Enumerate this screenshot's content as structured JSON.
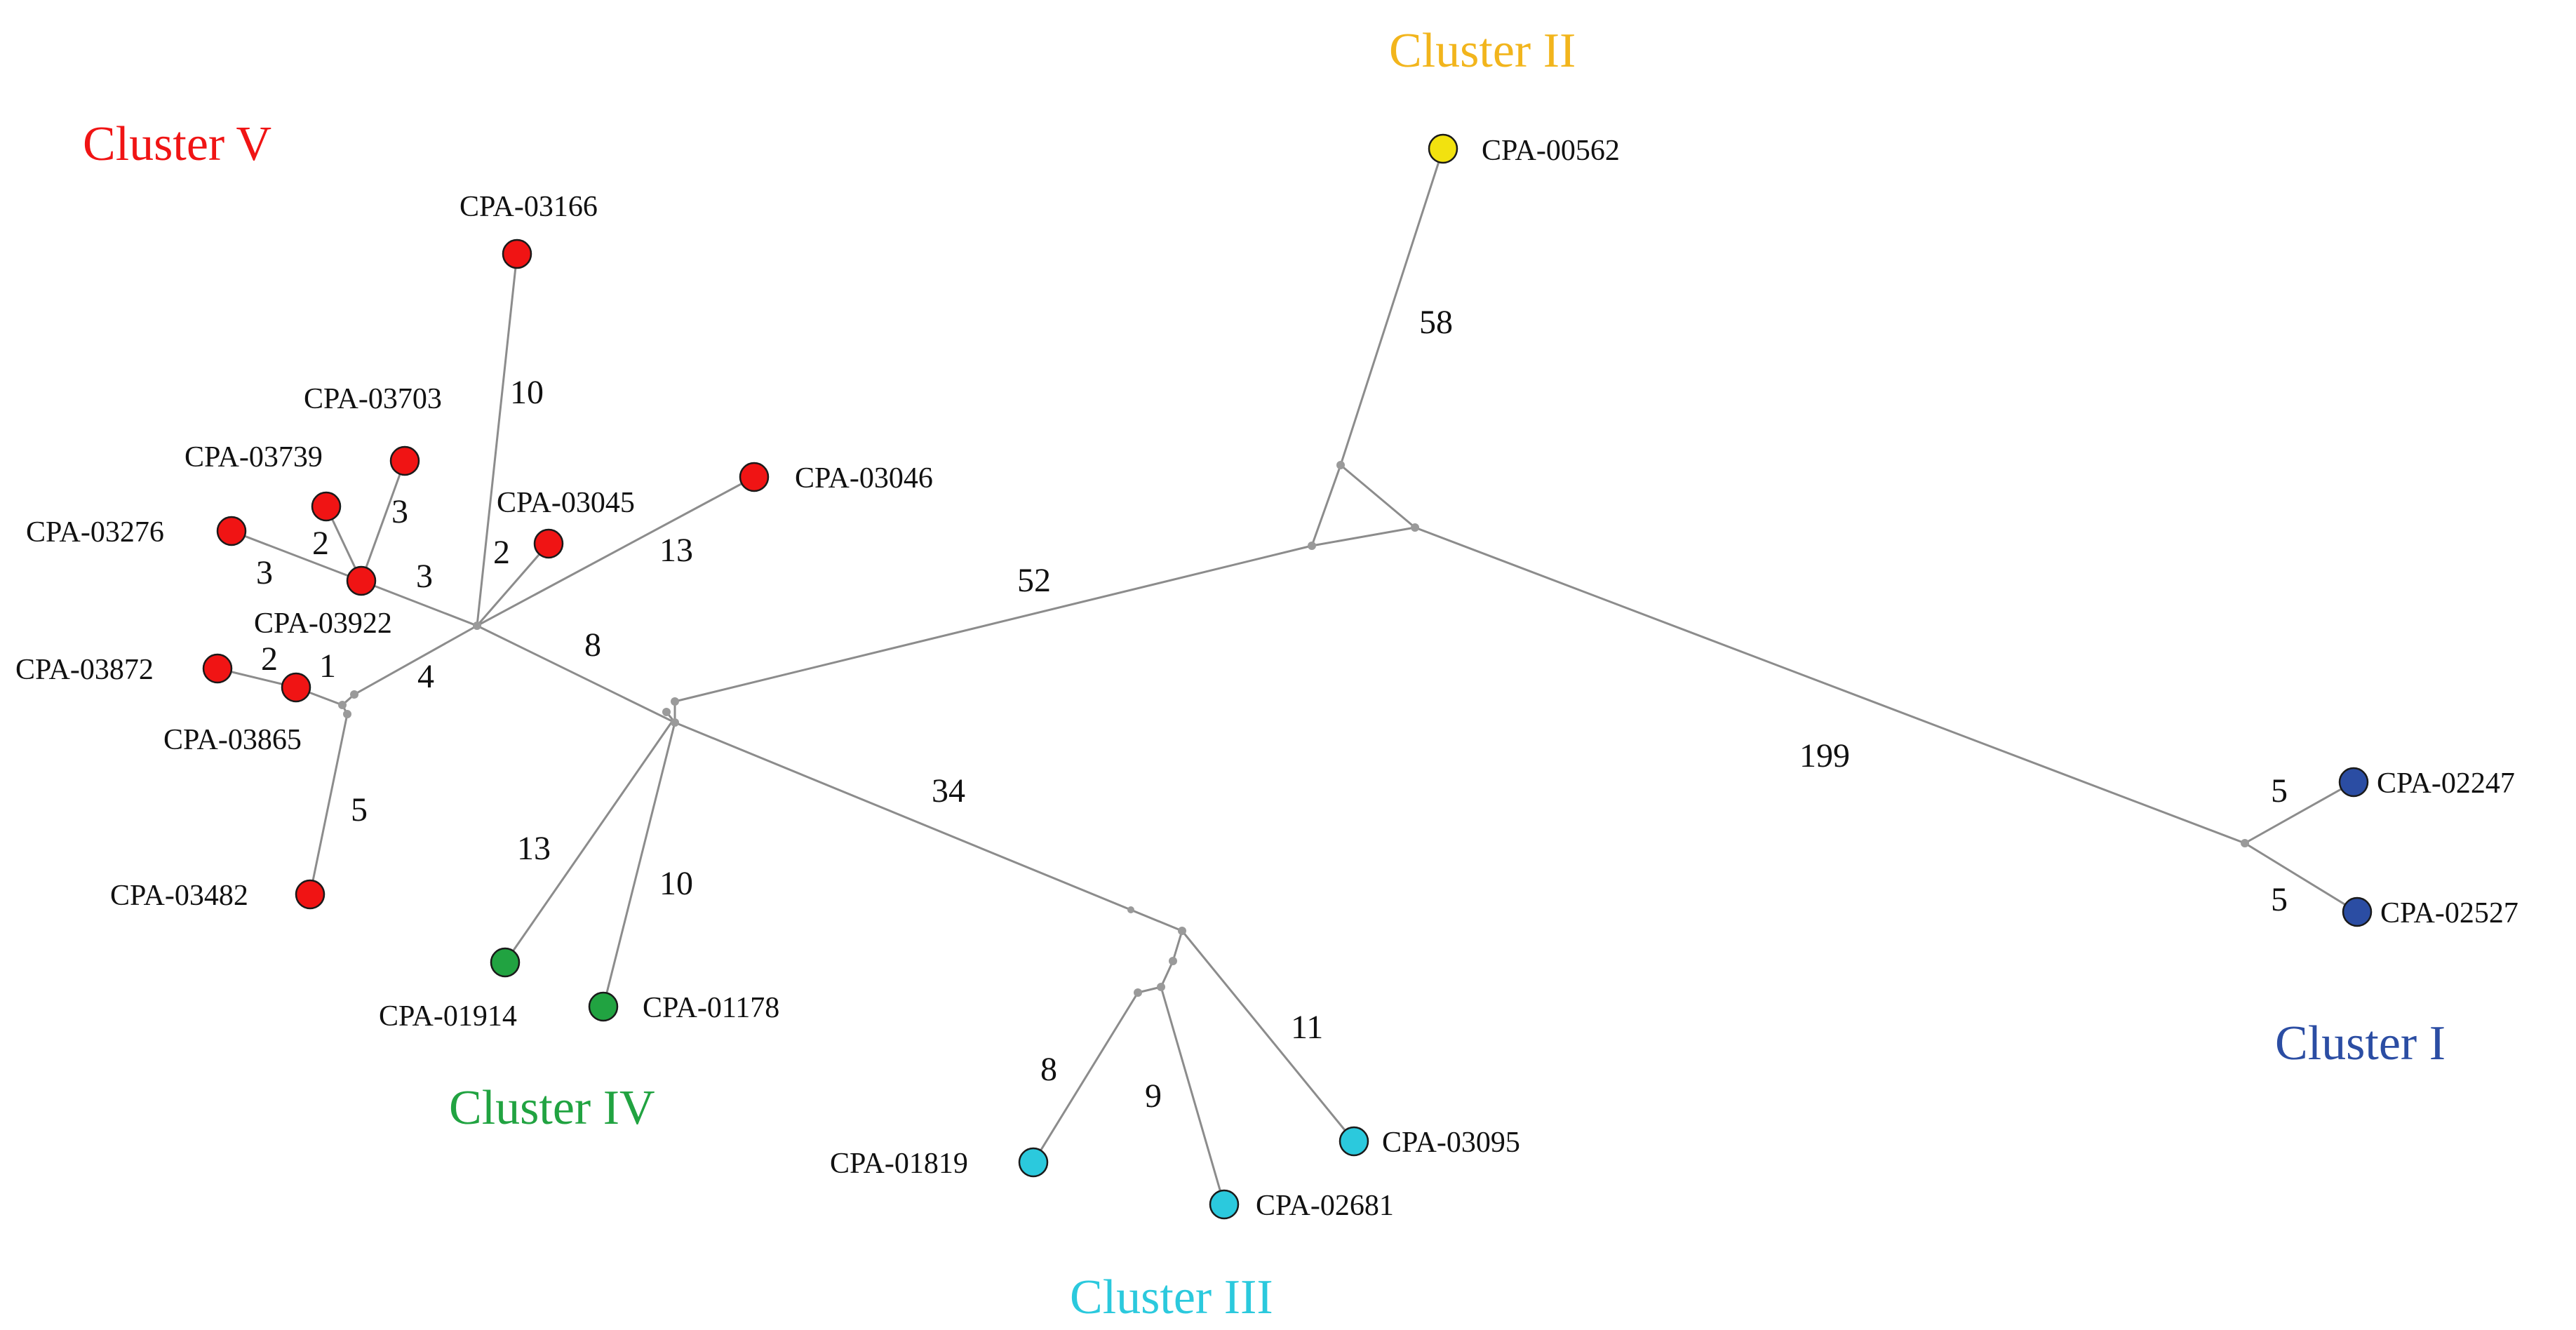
{
  "colors": {
    "cluster_I": "#2b4da3",
    "cluster_II": "#f2e20f",
    "cluster_III": "#2bc9dd",
    "cluster_IV": "#21a341",
    "cluster_V": "#f01414",
    "edge": "#8c8c8c",
    "junction": "#9a9a9a",
    "cluster_II_text": "#f2b51c"
  },
  "clusters": [
    {
      "id": "I",
      "label": "Cluster I",
      "color": "#2b4da3"
    },
    {
      "id": "II",
      "label": "Cluster II",
      "color": "#f2b51c"
    },
    {
      "id": "III",
      "label": "Cluster III",
      "color": "#2bc9dd"
    },
    {
      "id": "IV",
      "label": "Cluster IV",
      "color": "#21a341"
    },
    {
      "id": "V",
      "label": "Cluster V",
      "color": "#f01414"
    }
  ],
  "isolates": [
    {
      "id": "CPA-00562",
      "cluster": "II"
    },
    {
      "id": "CPA-02247",
      "cluster": "I"
    },
    {
      "id": "CPA-02527",
      "cluster": "I"
    },
    {
      "id": "CPA-01819",
      "cluster": "III"
    },
    {
      "id": "CPA-02681",
      "cluster": "III"
    },
    {
      "id": "CPA-03095",
      "cluster": "III"
    },
    {
      "id": "CPA-01914",
      "cluster": "IV"
    },
    {
      "id": "CPA-01178",
      "cluster": "IV"
    },
    {
      "id": "CPA-03166",
      "cluster": "V"
    },
    {
      "id": "CPA-03703",
      "cluster": "V"
    },
    {
      "id": "CPA-03739",
      "cluster": "V"
    },
    {
      "id": "CPA-03276",
      "cluster": "V"
    },
    {
      "id": "CPA-03045",
      "cluster": "V"
    },
    {
      "id": "CPA-03046",
      "cluster": "V"
    },
    {
      "id": "CPA-03922",
      "cluster": "V"
    },
    {
      "id": "CPA-03872",
      "cluster": "V"
    },
    {
      "id": "CPA-03865",
      "cluster": "V"
    },
    {
      "id": "CPA-03482",
      "cluster": "V"
    }
  ],
  "edge_labels": [
    {
      "branch": "to CPA-00562",
      "value": "58"
    },
    {
      "branch": "central to cluster II/I split",
      "value": "52"
    },
    {
      "branch": "to cluster I",
      "value": "199"
    },
    {
      "branch": "to CPA-02247",
      "value": "5"
    },
    {
      "branch": "to CPA-02527",
      "value": "5"
    },
    {
      "branch": "to cluster III",
      "value": "34"
    },
    {
      "branch": "to CPA-01819",
      "value": "8"
    },
    {
      "branch": "to CPA-02681",
      "value": "9"
    },
    {
      "branch": "to CPA-03095",
      "value": "11"
    },
    {
      "branch": "to CPA-01914",
      "value": "13"
    },
    {
      "branch": "to CPA-01178",
      "value": "10"
    },
    {
      "branch": "cluster V hub to center",
      "value": "8"
    },
    {
      "branch": "to CPA-03166",
      "value": "10"
    },
    {
      "branch": "to CPA-03046",
      "value": "13"
    },
    {
      "branch": "to CPA-03045",
      "value": "2"
    },
    {
      "branch": "CPA-03922 to hub",
      "value": "3"
    },
    {
      "branch": "to CPA-03703",
      "value": "3"
    },
    {
      "branch": "to CPA-03739",
      "value": "2"
    },
    {
      "branch": "to CPA-03276",
      "value": "3"
    },
    {
      "branch": "hub to CPA-03865 junction",
      "value": "4"
    },
    {
      "branch": "to CPA-03872",
      "value": "2"
    },
    {
      "branch": "to CPA-03865",
      "value": "1"
    },
    {
      "branch": "to CPA-03482",
      "value": "5"
    }
  ]
}
